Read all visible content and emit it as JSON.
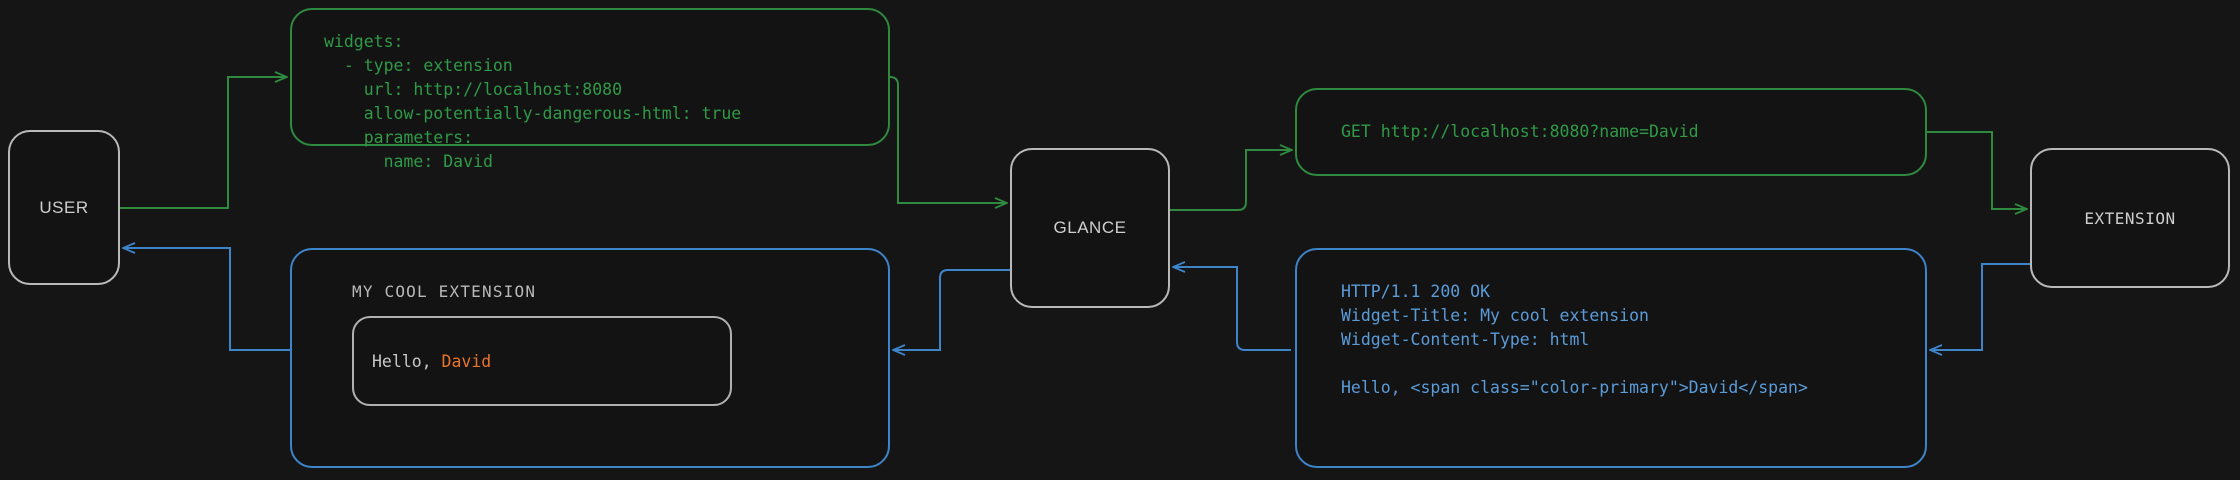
{
  "theme": {
    "background": "#151515",
    "panel_background": "#131313",
    "node_border": "#b9b9b9",
    "node_text": "#cfcfcf",
    "green": "#2f9a47",
    "green_border": "#2f8a40",
    "blue": "#5b9bd8",
    "blue_border": "#3e84c9",
    "accent_orange": "#e8732a",
    "card_border": "#b0b0b0",
    "card_text": "#c8c8c8"
  },
  "nodes": {
    "user": {
      "label": "USER"
    },
    "glance": {
      "label": "GLANCE"
    },
    "extension": {
      "label": "EXTENSION"
    }
  },
  "panels": {
    "yaml_config": {
      "text": "widgets:\n  - type: extension\n    url: http://localhost:8080\n    allow-potentially-dangerous-html: true\n    parameters:\n      name: David"
    },
    "http_request": {
      "text": "GET http://localhost:8080?name=David"
    },
    "http_response": {
      "text": "HTTP/1.1 200 OK\nWidget-Title: My cool extension\nWidget-Content-Type: html\n\nHello, <span class=\"color-primary\">David</span>"
    },
    "rendered_widget": {
      "title": "MY COOL EXTENSION",
      "card_text_prefix": "Hello, ",
      "card_text_accent": "David"
    }
  },
  "edges": [
    {
      "name": "user-to-config",
      "color": "#2f9a47",
      "from": "user",
      "to": "yaml-config"
    },
    {
      "name": "config-to-glance",
      "color": "#2f9a47",
      "from": "yaml-config",
      "to": "glance"
    },
    {
      "name": "glance-to-request",
      "color": "#2f9a47",
      "from": "glance",
      "to": "http-request"
    },
    {
      "name": "request-to-extension",
      "color": "#2f9a47",
      "from": "http-request",
      "to": "extension"
    },
    {
      "name": "extension-to-response",
      "color": "#5b9bd8",
      "from": "extension",
      "to": "http-response"
    },
    {
      "name": "response-to-glance",
      "color": "#5b9bd8",
      "from": "http-response",
      "to": "glance"
    },
    {
      "name": "glance-to-widget",
      "color": "#5b9bd8",
      "from": "glance",
      "to": "rendered-widget"
    },
    {
      "name": "widget-to-user",
      "color": "#5b9bd8",
      "from": "rendered-widget",
      "to": "user"
    }
  ]
}
